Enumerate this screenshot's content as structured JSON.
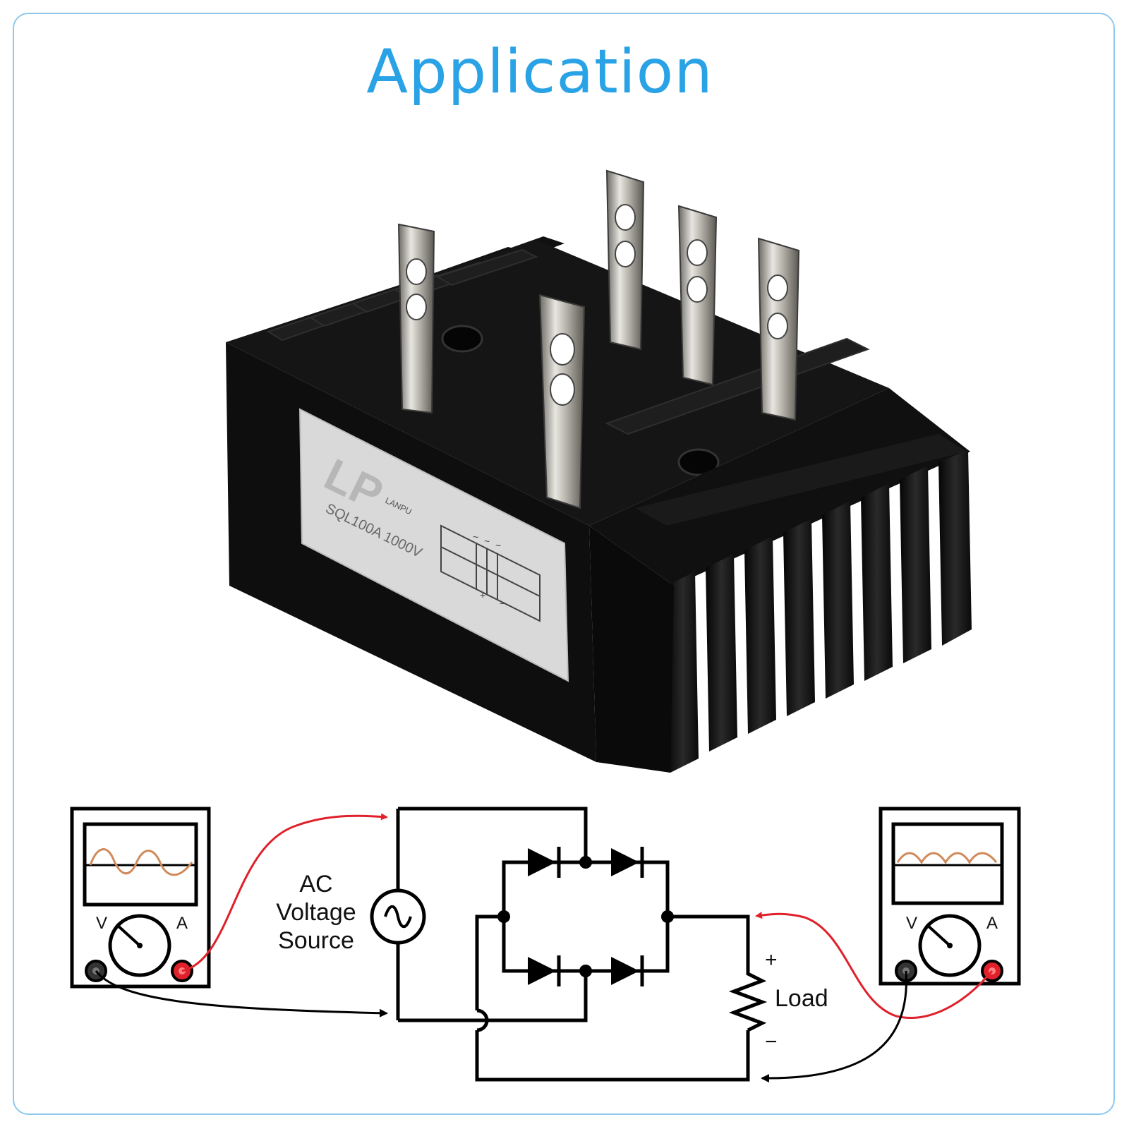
{
  "title": "Application",
  "colors": {
    "title": "#2aa3e6",
    "probe_red": "#e0202a",
    "trace": "#d08a5a",
    "frame": "#8fc8ec",
    "label_bg": "#d8d8d8"
  },
  "product": {
    "logo_text": "LP",
    "brand": "LANPU",
    "model": "SQL100A 1000V",
    "schematic_marks": [
      "~",
      "~",
      "~",
      "+",
      "−"
    ]
  },
  "circuit": {
    "source_label": [
      "AC",
      "Voltage",
      "Source"
    ],
    "load_label": "Load",
    "load_plus": "+",
    "load_minus": "−",
    "meter_left": {
      "v": "V",
      "a": "A",
      "waveform": "sine"
    },
    "meter_right": {
      "v": "V",
      "a": "A",
      "waveform": "full-wave rectified"
    }
  }
}
